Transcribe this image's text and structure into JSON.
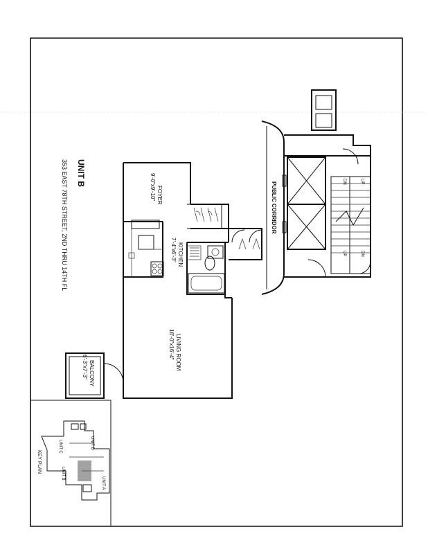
{
  "plan": {
    "unit_title": "UNIT B",
    "address": "353 EAST 78TH STREET, 2ND THRU 14TH FL",
    "rooms": [
      {
        "id": "foyer",
        "name": "FOYER",
        "dims": "9'-0\"x9'-10\""
      },
      {
        "id": "kitchen",
        "name": "KITCHEN",
        "dims": "7'-4\"x6'-3\""
      },
      {
        "id": "living",
        "name": "LIVING ROOM",
        "dims": "18'-0\"x16'-4\""
      },
      {
        "id": "balcony",
        "name": "BALCONY",
        "dims": "6'-3\"x7'-3\""
      }
    ],
    "corridor_label": "PUBLIC CORRIDOR",
    "stair_labels": {
      "up": "UP",
      "dn": "DN"
    }
  },
  "key_plan": {
    "title": "KEY PLAN",
    "units": {
      "a": "UNIT A",
      "b": "UNIT B",
      "c": "UNIT C",
      "d": "UNIT D"
    }
  }
}
